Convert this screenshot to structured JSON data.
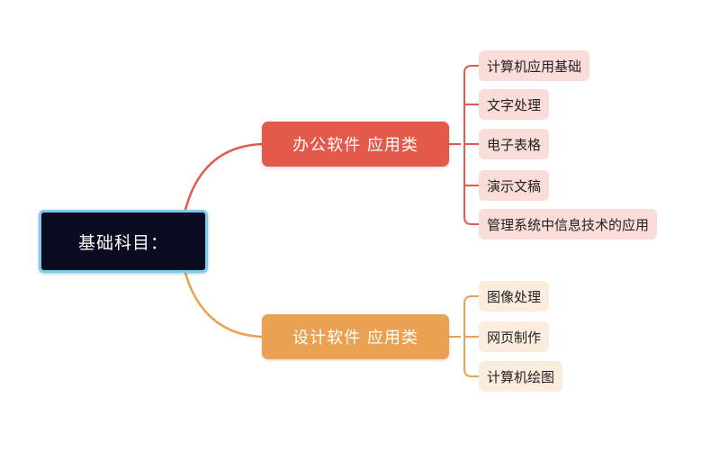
{
  "colors": {
    "root_bg": "#0b0b22",
    "root_border": "#7fc9ea",
    "office": "#e35a4a",
    "office_leaf": "#fadcd9",
    "design": "#eba152",
    "design_leaf": "#fbecdd"
  },
  "root": {
    "label": "基础科目："
  },
  "branches": [
    {
      "label": "办公软件 应用类",
      "items": [
        "计算机应用基础",
        "文字处理",
        "电子表格",
        "演示文稿",
        "管理系统中信息技术的应用"
      ]
    },
    {
      "label": "设计软件 应用类",
      "items": [
        "图像处理",
        "网页制作",
        "计算机绘图"
      ]
    }
  ]
}
